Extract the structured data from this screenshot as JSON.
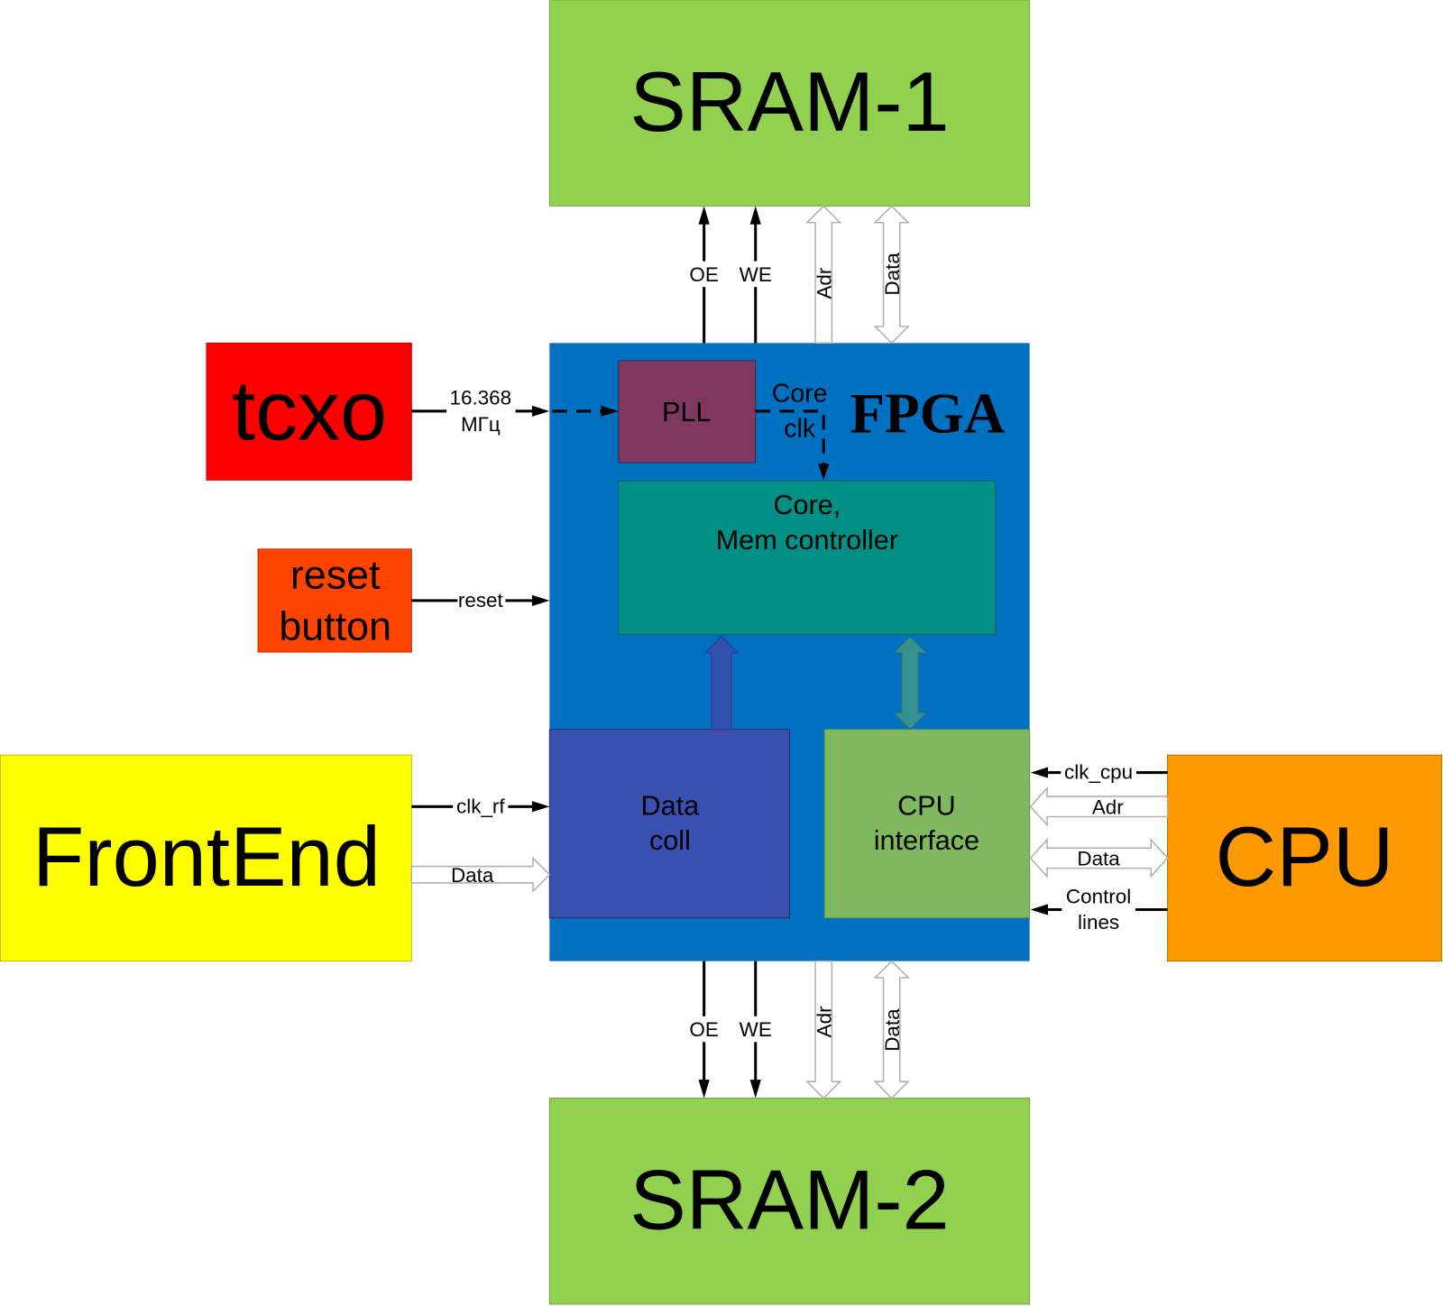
{
  "blocks": {
    "sram1": "SRAM-1",
    "sram2": "SRAM-2",
    "fpga": "FPGA",
    "pll": "PLL",
    "core_line1": "Core,",
    "core_line2": "Mem controller",
    "data_coll_line1": "Data",
    "data_coll_line2": "coll",
    "cpu_if_line1": "CPU",
    "cpu_if_line2": "interface",
    "tcxo": "tcxo",
    "reset_line1": "reset",
    "reset_line2": "button",
    "frontend": "FrontEnd",
    "cpu": "CPU"
  },
  "signals": {
    "freq_line1": "16.368",
    "freq_line2": "МГц",
    "core_clk_line1": "Core",
    "core_clk_line2": "clk",
    "reset": "reset",
    "clk_rf": "clk_rf",
    "fe_data": "Data",
    "clk_cpu": "clk_cpu",
    "cpu_adr": "Adr",
    "cpu_data": "Data",
    "control_line1": "Control",
    "control_line2": "lines",
    "top_oe": "OE",
    "top_we": "WE",
    "top_adr": "Adr",
    "top_data": "Data",
    "bot_oe": "OE",
    "bot_we": "WE",
    "bot_adr": "Adr",
    "bot_data": "Data"
  },
  "colors": {
    "sram": "#92d050",
    "fpga": "#0070c0",
    "pll": "#7f3760",
    "core": "#009085",
    "data_coll": "#3a50b0",
    "cpu_interface": "#80b860",
    "tcxo": "#ff0000",
    "reset_button": "#ff4400",
    "frontend": "#ffff00",
    "cpu": "#ff9900"
  }
}
